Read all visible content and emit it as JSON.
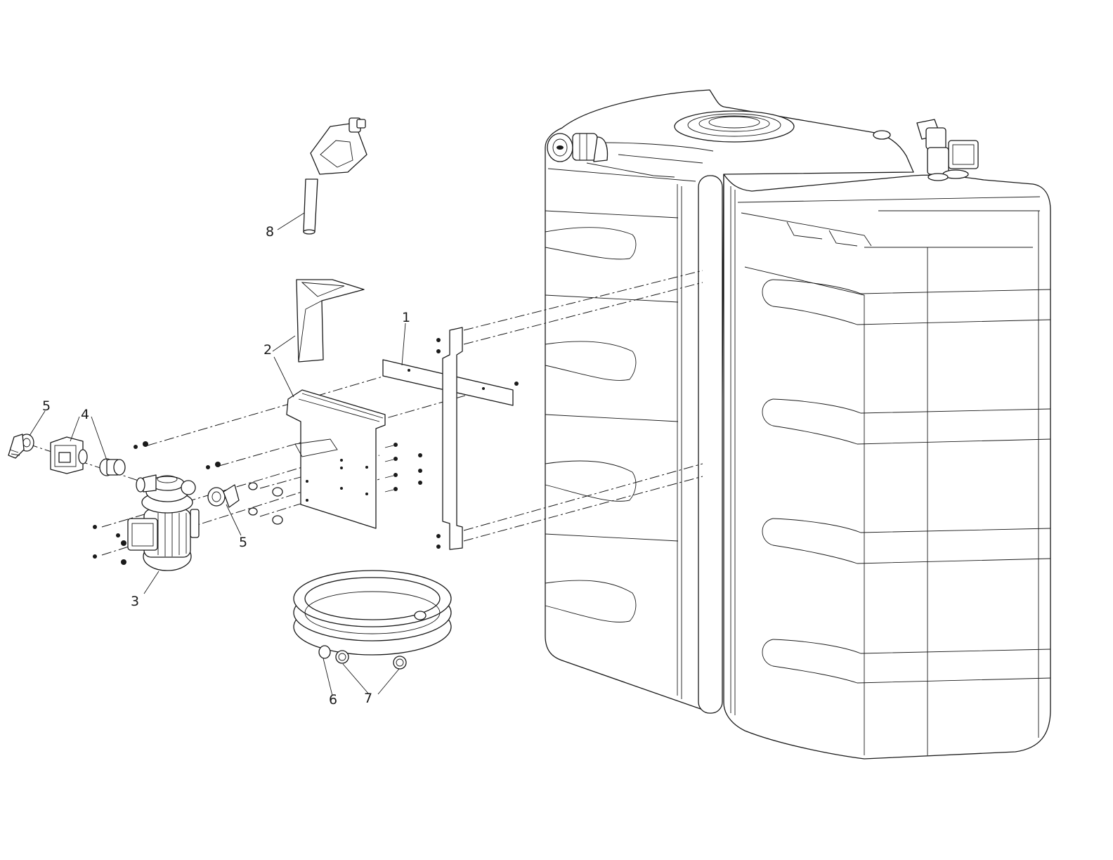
{
  "callouts": {
    "c1": "1",
    "c2": "2",
    "c3": "3",
    "c4": "4",
    "c5a": "5",
    "c5b": "5",
    "c6": "6",
    "c7": "7",
    "c8": "8"
  },
  "colors": {
    "line": "#1a1a1a",
    "background": "#ffffff"
  }
}
